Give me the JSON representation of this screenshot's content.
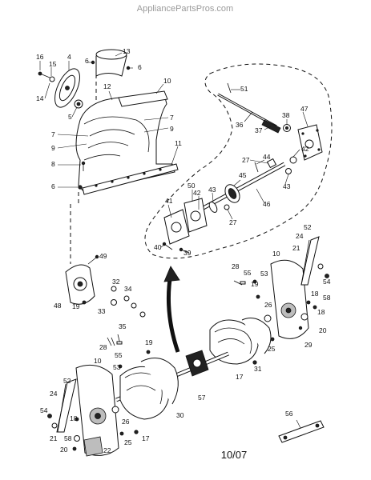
{
  "watermark": "AppliancePartsPros.com",
  "revision": "10/07",
  "callouts": {
    "c16": "16",
    "c15": "15",
    "c4": "4",
    "c6a": "6",
    "c13": "13",
    "c6b": "6",
    "c14": "14",
    "c5": "5",
    "c12": "12",
    "c10a": "10",
    "c7a": "7",
    "c7b": "7",
    "c9a": "9",
    "c9b": "9",
    "c11": "11",
    "c8": "8",
    "c6c": "6",
    "c51": "51",
    "c36": "36",
    "c47": "47",
    "c37": "37",
    "c38": "38",
    "c44": "44",
    "c42a": "42",
    "c27a": "27",
    "c43a": "43",
    "c45": "45",
    "c50": "50",
    "c42b": "42",
    "c43b": "43",
    "c41": "41",
    "c46": "46",
    "c27b": "27",
    "c40": "40",
    "c39": "39",
    "c52a": "52",
    "c24a": "24",
    "c21a": "21",
    "c49": "49",
    "c10b": "10",
    "c54a": "54",
    "c28a": "28",
    "c55a": "55",
    "c53a": "53",
    "c19a": "19",
    "c18a": "18",
    "c58a": "58",
    "c48": "48",
    "c32": "32",
    "c34": "34",
    "c33": "33",
    "c19b": "19",
    "c26a": "26",
    "c18b": "18",
    "c20a": "20",
    "c29": "29",
    "c25a": "25",
    "c35": "35",
    "c28b": "28",
    "c55b": "55",
    "c19c": "19",
    "c31": "31",
    "c17a": "17",
    "c10c": "10",
    "c53b": "53",
    "c52b": "52",
    "c24b": "24",
    "c54b": "54",
    "c21b": "21",
    "c18c": "18",
    "c26b": "26",
    "c58b": "58",
    "c25b": "25",
    "c17b": "17",
    "c20b": "20",
    "c22": "22",
    "c30": "30",
    "c57": "57",
    "c56": "56"
  }
}
